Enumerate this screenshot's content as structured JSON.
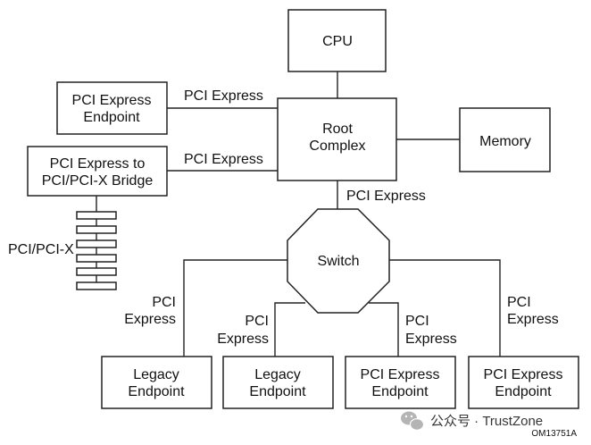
{
  "diagram": {
    "nodes": {
      "cpu": "CPU",
      "root_complex": [
        "Root",
        "Complex"
      ],
      "memory": "Memory",
      "pcie_endpoint_top": [
        "PCI Express",
        "Endpoint"
      ],
      "bridge": [
        "PCI Express to",
        "PCI/PCI-X Bridge"
      ],
      "switch": "Switch",
      "legacy_endpoint_1": [
        "Legacy",
        "Endpoint"
      ],
      "legacy_endpoint_2": [
        "Legacy",
        "Endpoint"
      ],
      "pcie_endpoint_3": [
        "PCI Express",
        "Endpoint"
      ],
      "pcie_endpoint_4": [
        "PCI Express",
        "Endpoint"
      ]
    },
    "links": {
      "endpoint_to_root": "PCI Express",
      "bridge_to_root": "PCI Express",
      "root_to_switch": "PCI Express",
      "switch_to_legacy_1": [
        "PCI",
        "Express"
      ],
      "switch_to_legacy_2": [
        "PCI",
        "Express"
      ],
      "switch_to_endpoint_3": [
        "PCI",
        "Express"
      ],
      "switch_to_endpoint_4": [
        "PCI",
        "Express"
      ]
    },
    "bus_label": "PCI/PCI-X",
    "figure_id": "OM13751A"
  },
  "watermark": {
    "icon": "wechat-icon",
    "text": "公众号 · TrustZone"
  }
}
